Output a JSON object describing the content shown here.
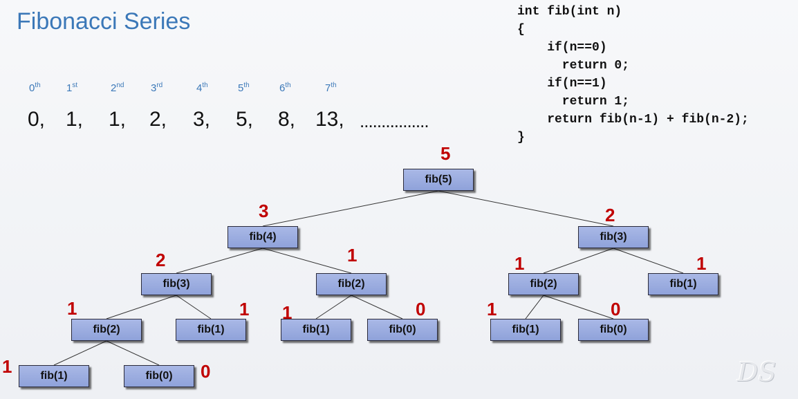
{
  "title": "Fibonacci Series",
  "ordinals": [
    {
      "n": "0",
      "suffix": "th"
    },
    {
      "n": "1",
      "suffix": "st"
    },
    {
      "n": "2",
      "suffix": "nd"
    },
    {
      "n": "3",
      "suffix": "rd"
    },
    {
      "n": "4",
      "suffix": "th"
    },
    {
      "n": "5",
      "suffix": "th"
    },
    {
      "n": "6",
      "suffix": "th"
    },
    {
      "n": "7",
      "suffix": "th"
    }
  ],
  "sequence": [
    "0,",
    "1,",
    "1,",
    "2,",
    "3,",
    "5,",
    "8,",
    "13,",
    "................"
  ],
  "code": "int fib(int n)\n{\n    if(n==0)\n      return 0;\n    if(n==1)\n      return 1;\n    return fib(n-1) + fib(n-2);\n}",
  "tree": {
    "nodes": [
      {
        "id": "n0",
        "label": "fib(5)",
        "value": "5"
      },
      {
        "id": "n1",
        "label": "fib(4)",
        "value": "3"
      },
      {
        "id": "n2",
        "label": "fib(3)",
        "value": "2"
      },
      {
        "id": "n3",
        "label": "fib(3)",
        "value": "2"
      },
      {
        "id": "n4",
        "label": "fib(2)",
        "value": "1"
      },
      {
        "id": "n5",
        "label": "fib(2)",
        "value": "1"
      },
      {
        "id": "n6",
        "label": "fib(1)",
        "value": "1"
      },
      {
        "id": "n7",
        "label": "fib(2)",
        "value": "1"
      },
      {
        "id": "n8",
        "label": "fib(1)",
        "value": "1"
      },
      {
        "id": "n9",
        "label": "fib(1)",
        "value": "1"
      },
      {
        "id": "n10",
        "label": "fib(0)",
        "value": "0"
      },
      {
        "id": "n11",
        "label": "fib(1)",
        "value": "1"
      },
      {
        "id": "n12",
        "label": "fib(0)",
        "value": "0"
      },
      {
        "id": "n13",
        "label": "fib(1)",
        "value": "1"
      },
      {
        "id": "n14",
        "label": "fib(0)",
        "value": "0"
      }
    ],
    "edges": [
      [
        "n0",
        "n1"
      ],
      [
        "n0",
        "n3"
      ],
      [
        "n1",
        "n2"
      ],
      [
        "n1",
        "n5"
      ],
      [
        "n3",
        "n7"
      ],
      [
        "n3",
        "n8"
      ],
      [
        "n2",
        "n4"
      ],
      [
        "n2",
        "n6"
      ],
      [
        "n5",
        "n9"
      ],
      [
        "n5",
        "n10"
      ],
      [
        "n7",
        "n11"
      ],
      [
        "n7",
        "n12"
      ],
      [
        "n4",
        "n13"
      ],
      [
        "n4",
        "n14"
      ]
    ]
  },
  "logo_text": "DS"
}
